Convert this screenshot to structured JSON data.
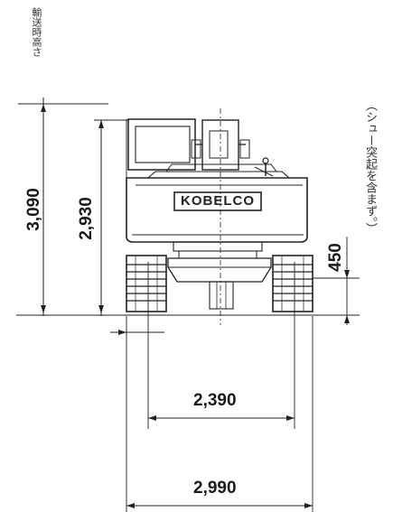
{
  "brand_label": "KOBELCO",
  "annotations": {
    "transport_height": "輸送時高さ",
    "shoe_note": "（シュー突起を含まず。）"
  },
  "dimensions": {
    "overall_height": "3,090",
    "cab_height": "2,930",
    "ground_clearance": "450",
    "track_gauge": "2,390",
    "overall_width": "2,990"
  },
  "colors": {
    "line": "#222222",
    "faint": "#9a9a9a"
  }
}
